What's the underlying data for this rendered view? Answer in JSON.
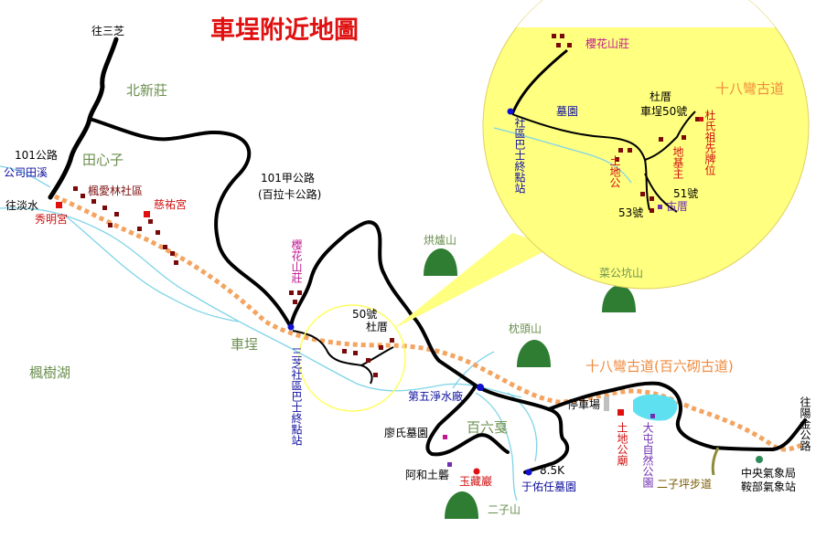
{
  "title": "車埕附近地圖",
  "colors": {
    "road": "#000000",
    "river": "#7fd4e8",
    "trail": "#f4a460",
    "title": "#e01010",
    "green": "#6b8f4e",
    "blue": "#1010a0",
    "red": "#d01010",
    "magenta": "#c01890",
    "orange": "#f08a3c",
    "purple": "#7030b0",
    "pond": "#5fe0f0",
    "inset": "#ffff80"
  },
  "labels": {
    "to_sanzhi": "往三芝",
    "beixinzhuang": "北新莊",
    "tianxinzi": "田心子",
    "rd101": "101公路",
    "gongsitianxi": "公司田溪",
    "to_danshui": "往淡水",
    "xiuminggong": "秀明宮",
    "fengailin": "楓愛林社區",
    "ciyougong": "慈祐宮",
    "rd101a": "101甲公路",
    "bailaqia": "(百拉卡公路)",
    "yinghua_vert": "櫻花山莊",
    "fengshuhu": "楓樹湖",
    "checheng": "車埕",
    "no50": "50號",
    "ducuo": "杜厝",
    "sanzhi_bus": "三芝社區巴士終點站",
    "honglushan": "烘爐山",
    "caigongkengshan": "菜公坑山",
    "zhentoushan": "枕頭山",
    "water5": "第五淨水廠",
    "trail18": "十八彎古道(百六砌古道)",
    "parking": "停車場",
    "baiqiu": "百六戛",
    "liaotomb": "廖氏墓園",
    "tudigongmiao": "土地公廟",
    "datun_park": "大屯自然公園",
    "ahetulong": "阿和土礱",
    "yuzangyan": "玉藏巖",
    "k85": "8.5K",
    "yuyoutomb": "于佑任墓園",
    "erzishan": "二子山",
    "erzipingtrail": "二子坪步道",
    "weather": "中央氣象局",
    "weather2": "鞍部氣象站",
    "to_yangjin": "往陽金公路"
  },
  "inset": {
    "yinghua": "櫻花山莊",
    "trail18": "十八彎古道",
    "cemetery": "墓園",
    "ducuo": "杜厝",
    "checheng50": "車埕50號",
    "dushi": "杜氏祖先牌位",
    "bus": "社區巴士終點站",
    "tudigong": "土地公",
    "dijizhu": "地基主",
    "no51": "51號",
    "no53": "53號",
    "gucuo": "古厝"
  }
}
